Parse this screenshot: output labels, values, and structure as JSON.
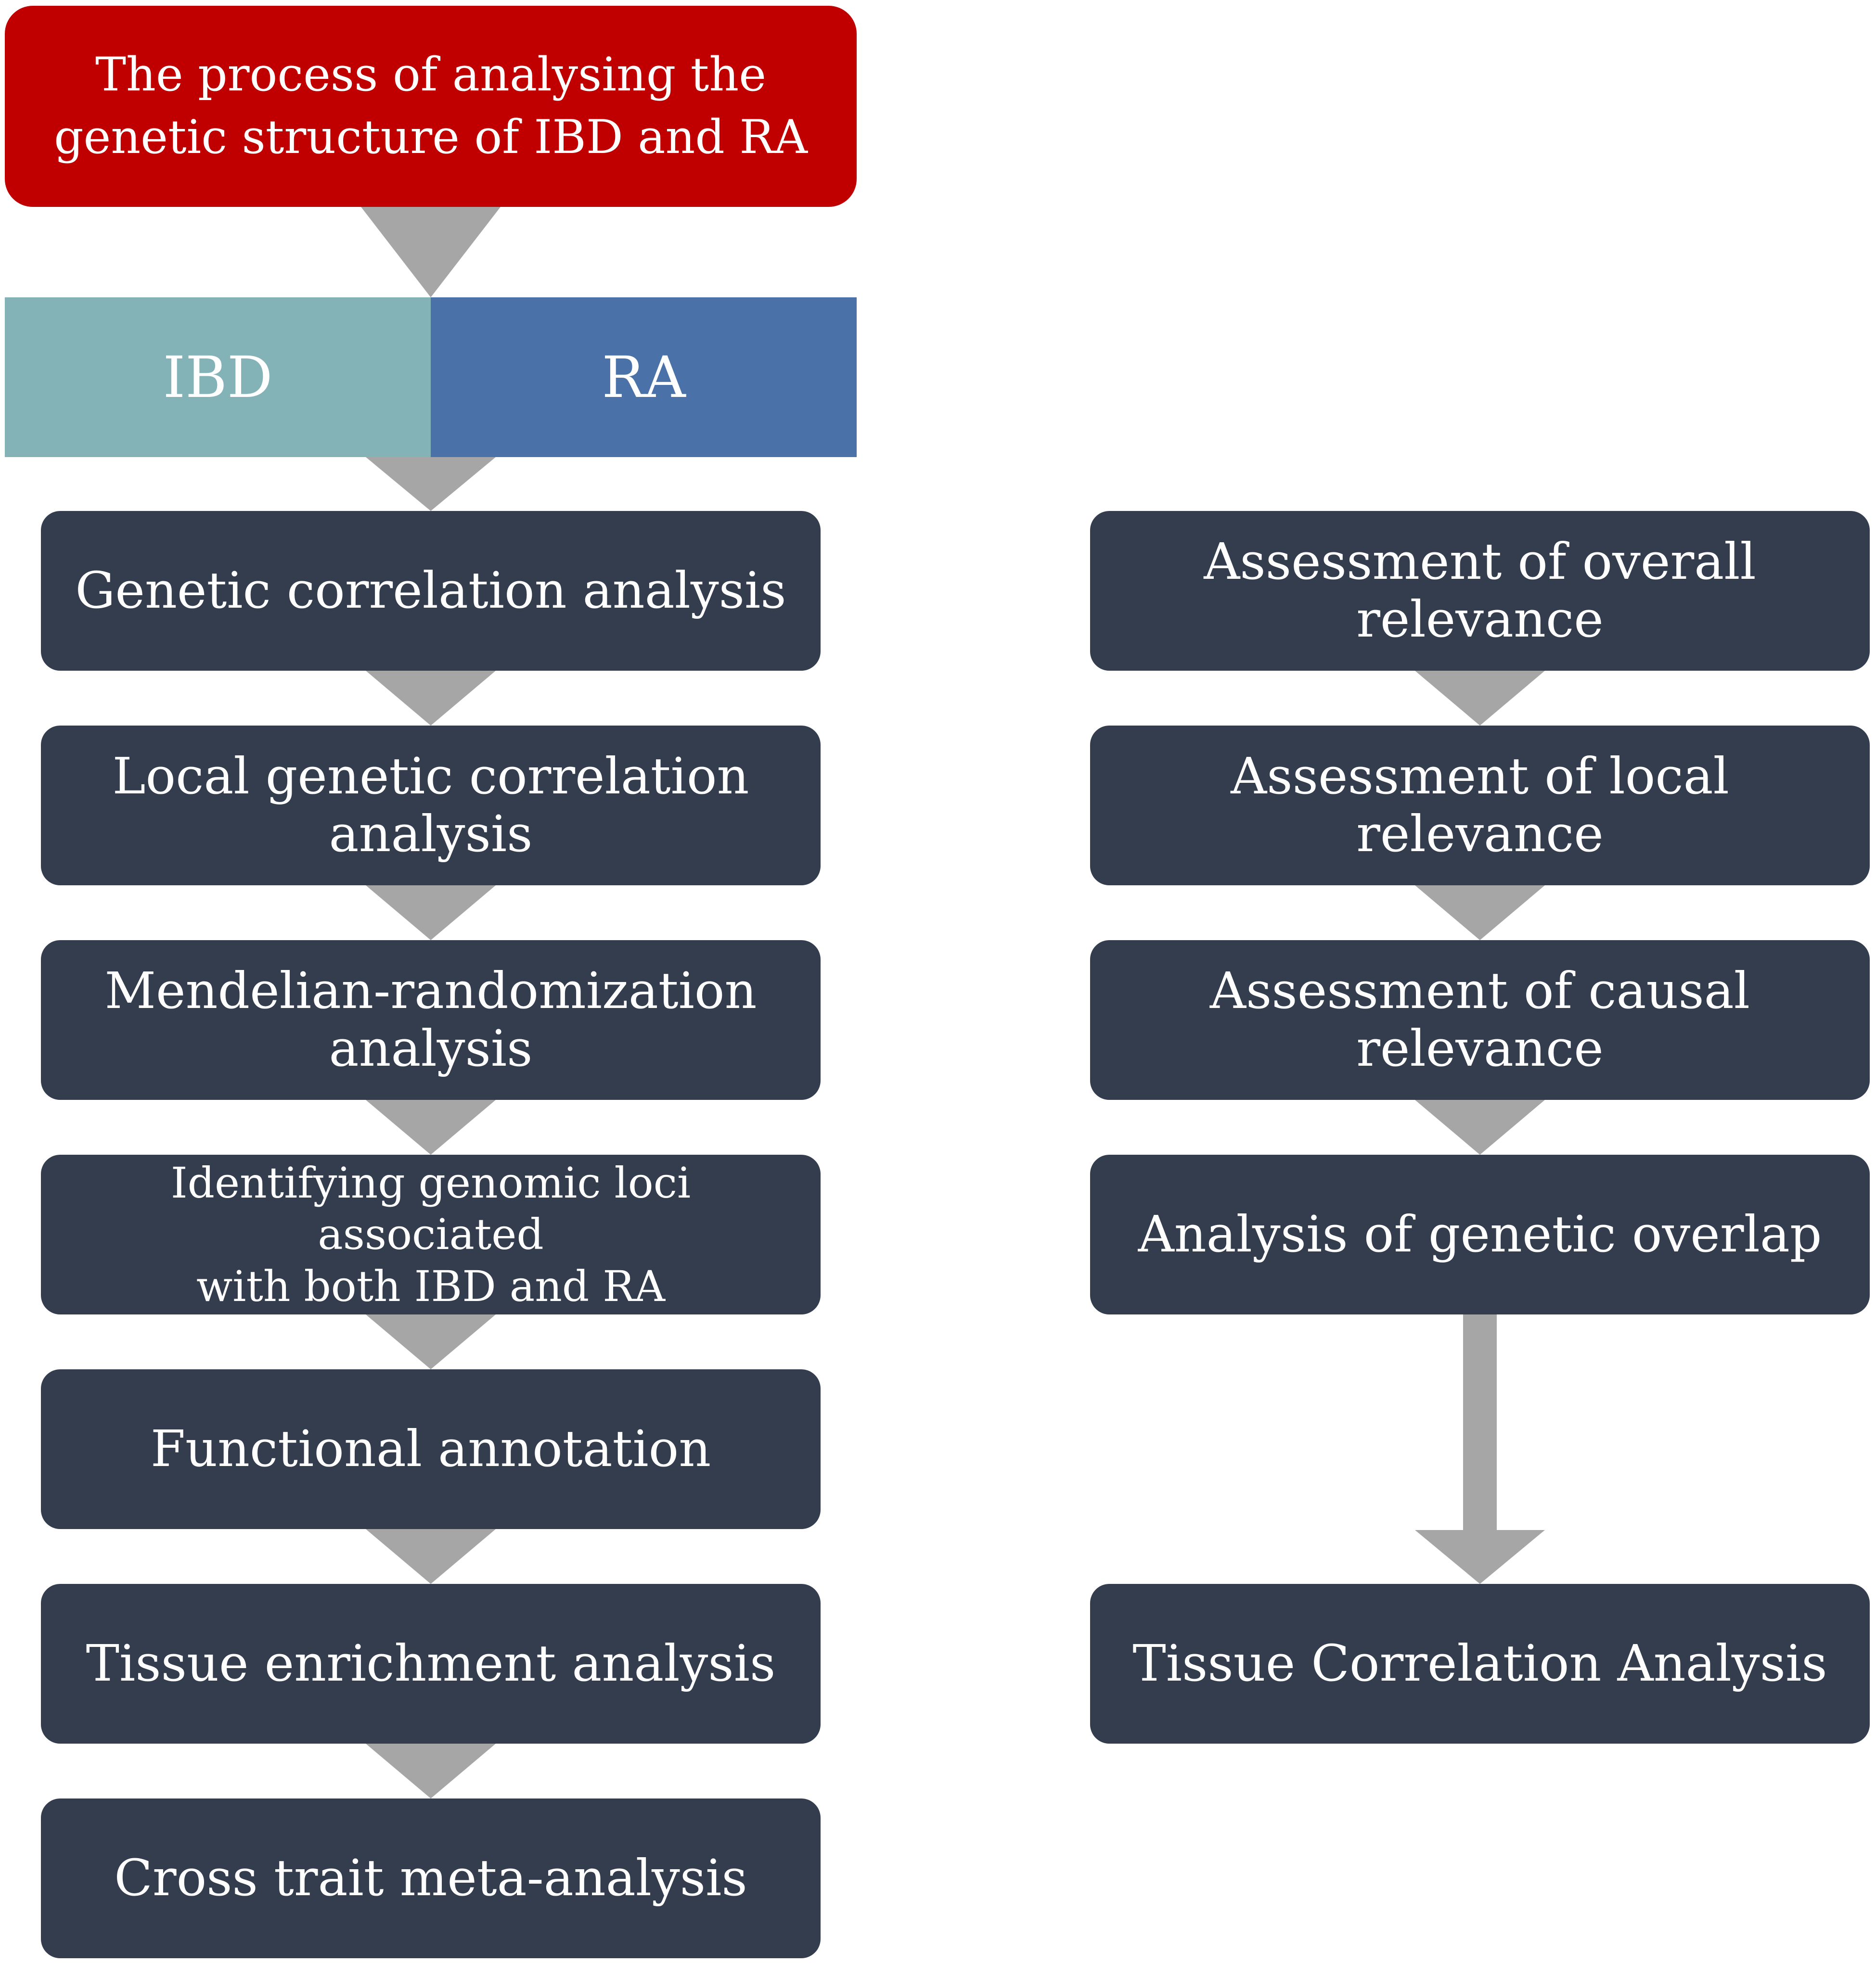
{
  "diagram": {
    "title": "The process of analysing the\ngenetic structure of  IBD and RA",
    "split": {
      "left_label": "IBD",
      "right_label": "RA"
    },
    "left_steps": [
      "Genetic correlation analysis",
      "Local genetic correlation\nanalysis",
      "Mendelian-randomization\nanalysis",
      "Identifying genomic loci associated\nwith both IBD and RA",
      "Functional annotation",
      "Tissue enrichment analysis",
      "Cross trait meta-analysis"
    ],
    "right_steps": [
      "Assessment of overall\nrelevance",
      "Assessment of local relevance",
      "Assessment of causal\nrelevance",
      "Analysis of genetic overlap",
      "Tissue Correlation Analysis"
    ]
  },
  "colors": {
    "title_bg": "#c00000",
    "ibd_bg": "#83b3b6",
    "ra_bg": "#4a72a8",
    "step_bg": "#333d4e",
    "arrow": "#a6a6a6",
    "text": "#ffffff"
  }
}
